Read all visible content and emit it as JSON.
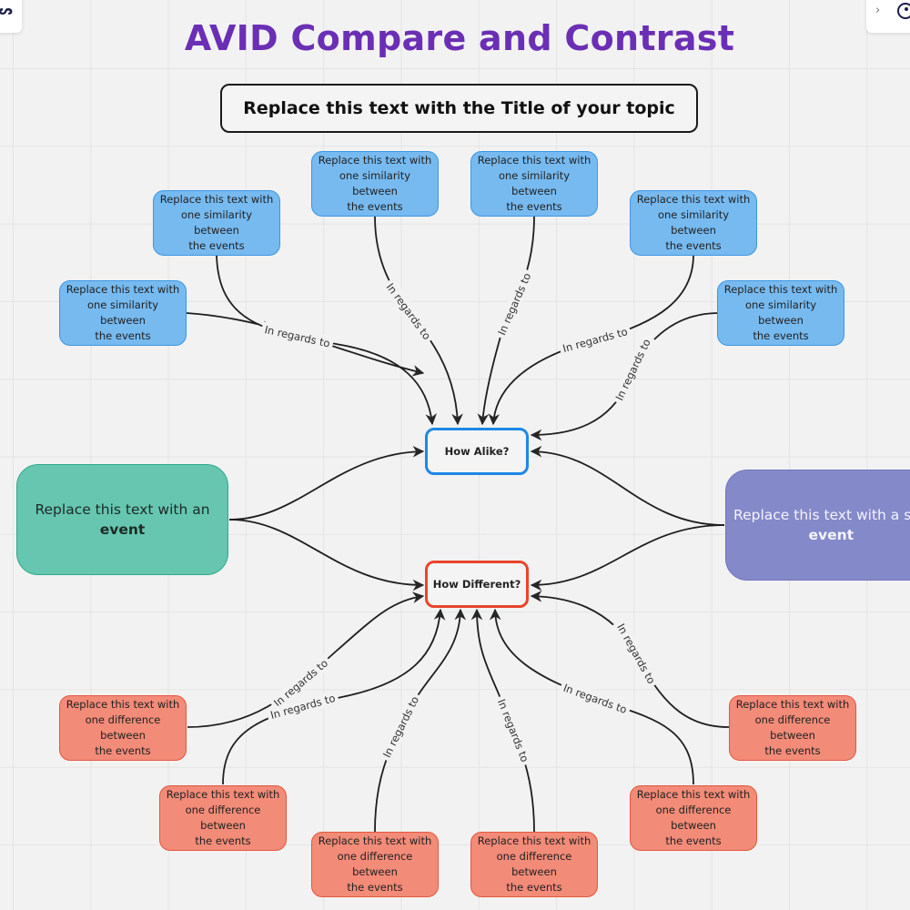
{
  "toolbar": {
    "left_icon": "shapes-tool-icon",
    "right_chevron": "chevron-right-icon",
    "right_icon": "timer-icon"
  },
  "title": "AVID Compare and Contrast",
  "topic": "Replace this text with the Title of your topic",
  "hubs": {
    "alike": "How Alike?",
    "different": "How Different?"
  },
  "events": {
    "left": {
      "text": "Replace this text with an",
      "bold": "event",
      "color": "#66c6b0"
    },
    "right": {
      "text": "Replace this text with a sim",
      "bold": "event",
      "color": "#8489c9"
    }
  },
  "connector_label": "In regards to",
  "similarities": [
    {
      "line1": "Replace this text with",
      "line2": "one similarity between",
      "line3": "the events"
    },
    {
      "line1": "Replace this text with",
      "line2": "one similarity between",
      "line3": "the events"
    },
    {
      "line1": "Replace this text with",
      "line2": "one similarity between",
      "line3": "the events"
    },
    {
      "line1": "Replace this text with",
      "line2": "one similarity between",
      "line3": "the events"
    },
    {
      "line1": "Replace this text with",
      "line2": "one similarity between",
      "line3": "the events"
    },
    {
      "line1": "Replace this text with",
      "line2": "one similarity between",
      "line3": "the events"
    }
  ],
  "differences": [
    {
      "line1": "Replace this text with",
      "line2": "one difference between",
      "line3": "the events"
    },
    {
      "line1": "Replace this text with",
      "line2": "one difference between",
      "line3": "the events"
    },
    {
      "line1": "Replace this text with",
      "line2": "one difference between",
      "line3": "the events"
    },
    {
      "line1": "Replace this text with",
      "line2": "one difference between",
      "line3": "the events"
    },
    {
      "line1": "Replace this text with",
      "line2": "one difference between",
      "line3": "the events"
    },
    {
      "line1": "Replace this text with",
      "line2": "one difference between",
      "line3": "the events"
    }
  ],
  "colors": {
    "title": "#6a2fb5",
    "similarity_fill": "#77baf0",
    "difference_fill": "#f28b78",
    "alike_border": "#1e88e5",
    "different_border": "#e8452c"
  }
}
